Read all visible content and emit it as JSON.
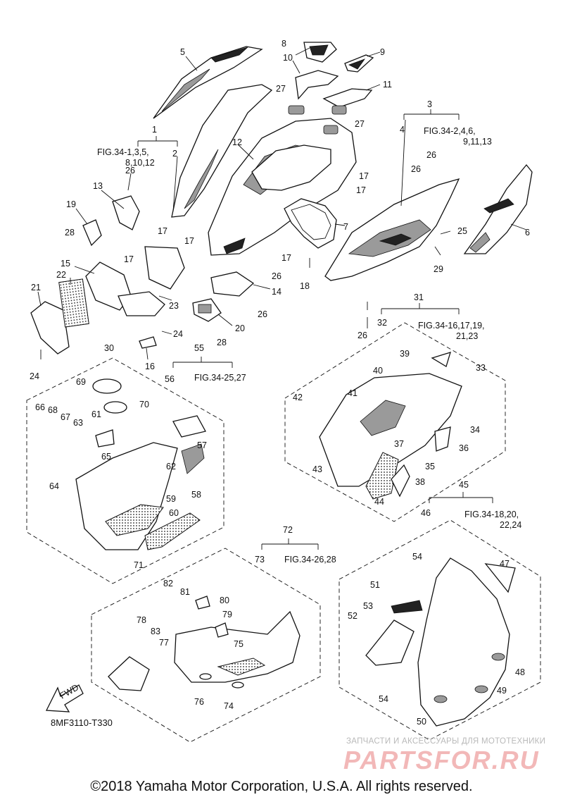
{
  "diagram": {
    "callouts": [
      "1",
      "2",
      "3",
      "4",
      "5",
      "6",
      "7",
      "8",
      "9",
      "10",
      "11",
      "12",
      "13",
      "14",
      "15",
      "16",
      "17",
      "18",
      "19",
      "20",
      "21",
      "22",
      "23",
      "24",
      "25",
      "26",
      "27",
      "28",
      "29",
      "30",
      "31",
      "32",
      "33",
      "34",
      "35",
      "36",
      "37",
      "38",
      "39",
      "40",
      "41",
      "42",
      "43",
      "44",
      "45",
      "46",
      "47",
      "48",
      "49",
      "50",
      "51",
      "52",
      "53",
      "54",
      "55",
      "56",
      "57",
      "58",
      "59",
      "60",
      "61",
      "62",
      "63",
      "64",
      "65",
      "66",
      "67",
      "68",
      "69",
      "70",
      "71",
      "72",
      "73",
      "74",
      "75",
      "76",
      "77",
      "78",
      "79",
      "80",
      "81",
      "82",
      "83"
    ],
    "refs": {
      "r1a": "FIG.34-1,3,5,",
      "r1b": "8,10,12",
      "r3a": "FIG.34-2,4,6,",
      "r3b": "9,11,13",
      "r31a": "FIG.34-16,17,19,",
      "r31b": "21,23",
      "r55": "FIG.34-25,27",
      "r45a": "FIG.34-18,20,",
      "r45b": "22,24",
      "r72": "FIG.34-26,28"
    },
    "fwd_label": "FWD",
    "drawing_code": "8MF3110-T330"
  },
  "watermark": {
    "line1": "ЗАПЧАСТИ И АКСЕССУАРЫ ДЛЯ МОТОТЕХНИКИ",
    "logo": "PARTSFOR.RU"
  },
  "copyright": "©2018 Yamaha Motor Corporation, U.S.A. All rights reserved."
}
